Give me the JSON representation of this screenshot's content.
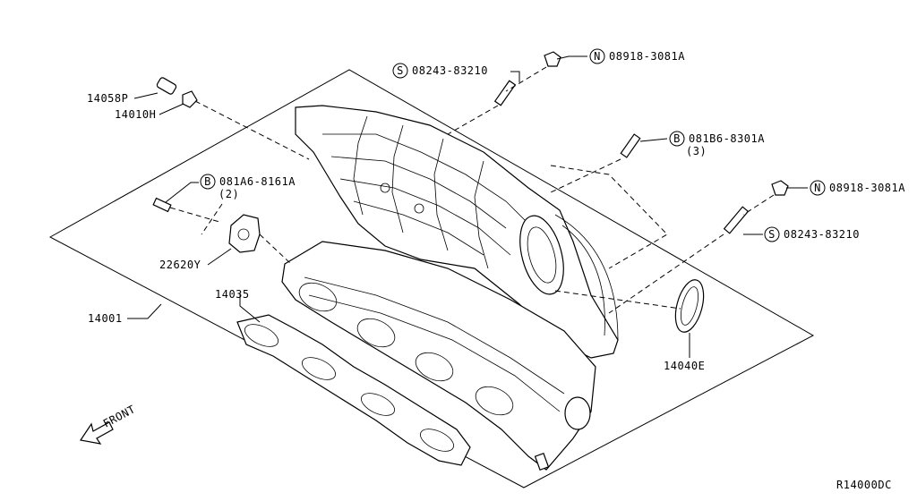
{
  "diagram_code": "R14000DC",
  "front_label": "FRONT",
  "parts": {
    "p14058P": "14058P",
    "p14010H": "14010H",
    "p14001": "14001",
    "p14035": "14035",
    "p22620Y": "22620Y",
    "p14040E": "14040E"
  },
  "fasteners": {
    "s_top": {
      "badge": "S",
      "code": "08243-83210"
    },
    "n_top": {
      "badge": "N",
      "code": "08918-3081A"
    },
    "b_mid": {
      "badge": "B",
      "code": "081B6-8301A",
      "qty": "(3)"
    },
    "b_left": {
      "badge": "B",
      "code": "081A6-8161A",
      "qty": "(2)"
    },
    "n_right": {
      "badge": "N",
      "code": "08918-3081A"
    },
    "s_right": {
      "badge": "S",
      "code": "08243-83210"
    }
  }
}
